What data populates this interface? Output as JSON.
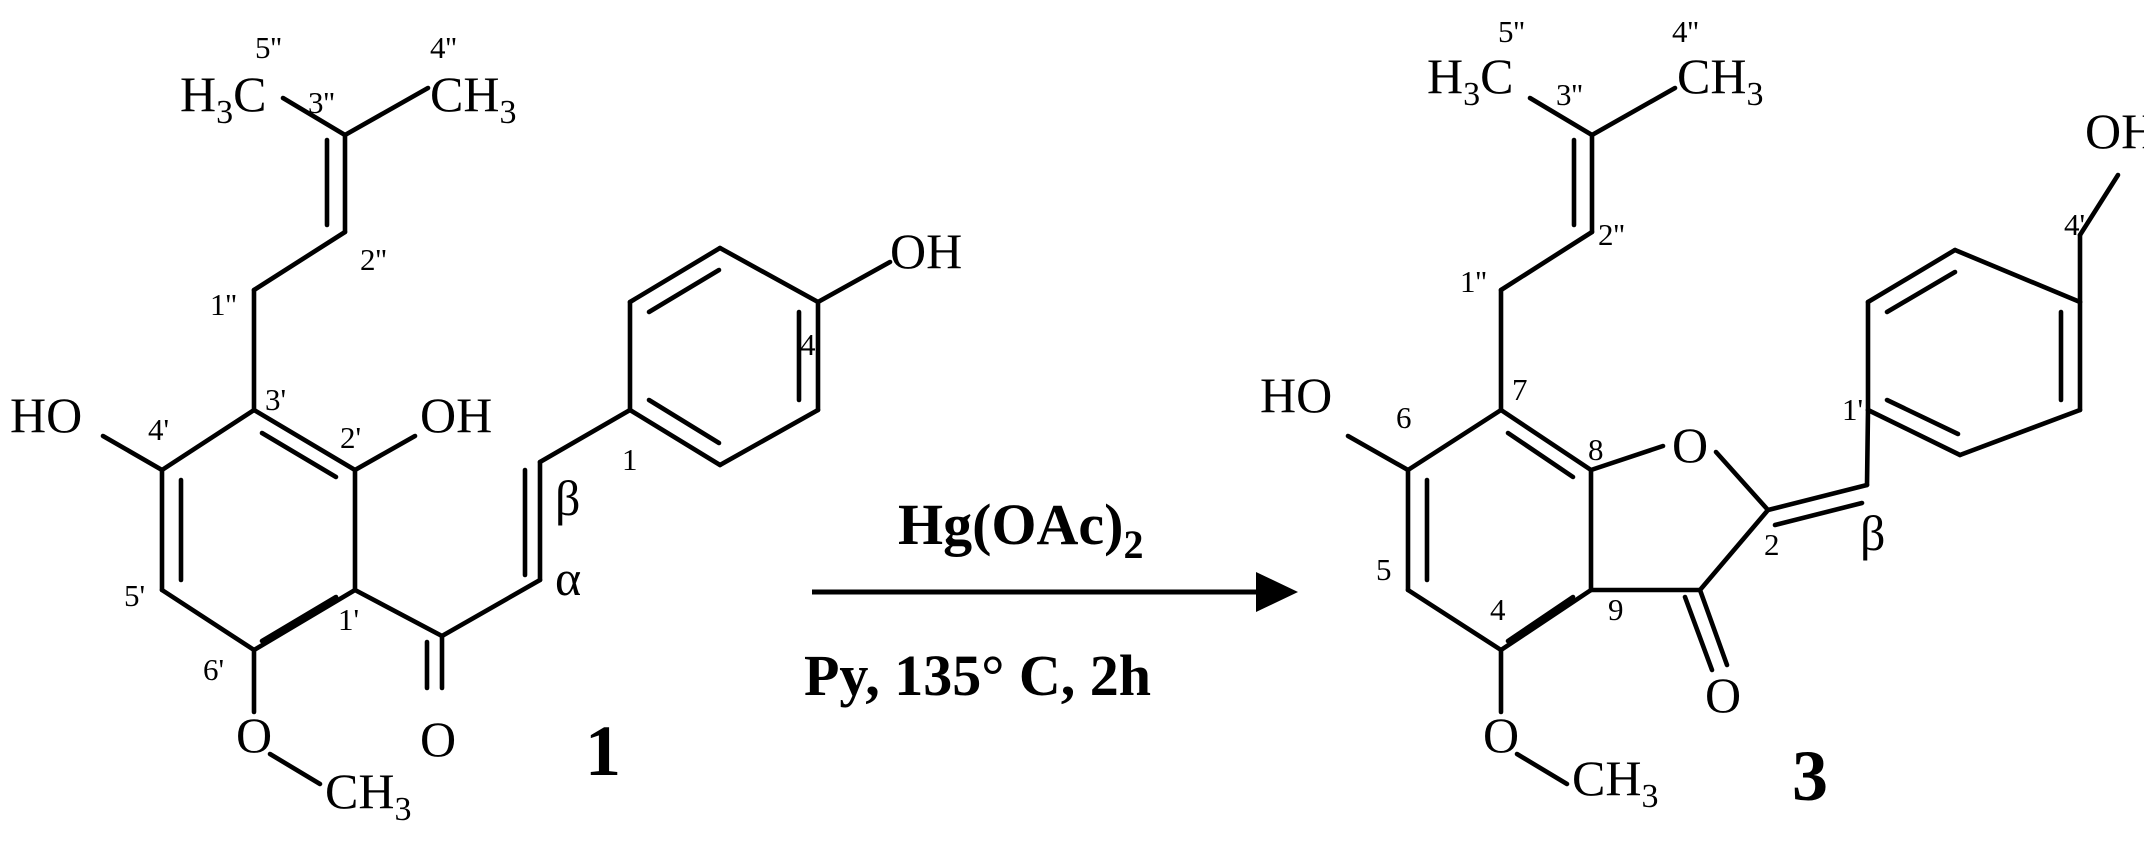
{
  "reaction": {
    "reagent_main": "Hg(OAc)",
    "reagent_sub": "2",
    "conditions": "Py, 135° C, 2h"
  },
  "compound1": {
    "number": "1",
    "atoms": {
      "h3c_h": "H",
      "h3c_3": "3",
      "h3c_c": "C",
      "ch3_c": "CH",
      "ch3_3": "3",
      "ho": "HO",
      "oh_2p": "OH",
      "oh_4": "OH",
      "o_methoxy": "O",
      "ch3_me_c": "CH",
      "ch3_me_3": "3",
      "o_carbonyl": "O"
    },
    "locants": {
      "l5pp": "5''",
      "l4pp": "4''",
      "l3pp": "3''",
      "l2pp": "2''",
      "l1pp": "1''",
      "l4p": "4'",
      "l3p": "3'",
      "l2p": "2'",
      "l1p": "1'",
      "l5p": "5'",
      "l6p": "6'",
      "l1": "1",
      "l4": "4",
      "beta": "β",
      "alpha": "α"
    }
  },
  "compound3": {
    "number": "3",
    "atoms": {
      "h3c_h": "H",
      "h3c_3": "3",
      "h3c_c": "C",
      "ch3_c": "CH",
      "ch3_3": "3",
      "ho": "HO",
      "oh": "OH",
      "o_ring": "O",
      "o_carbonyl": "O",
      "o_methoxy": "O",
      "ch3_me_c": "CH",
      "ch3_me_3": "3"
    },
    "locants": {
      "l5pp": "5''",
      "l4pp": "4''",
      "l3pp": "3''",
      "l2pp": "2''",
      "l1pp": "1''",
      "l7": "7",
      "l6": "6",
      "l8": "8",
      "l5": "5",
      "l9": "9",
      "l4": "4",
      "l2": "2",
      "l1p": "1'",
      "l4p": "4'",
      "beta": "β"
    }
  }
}
